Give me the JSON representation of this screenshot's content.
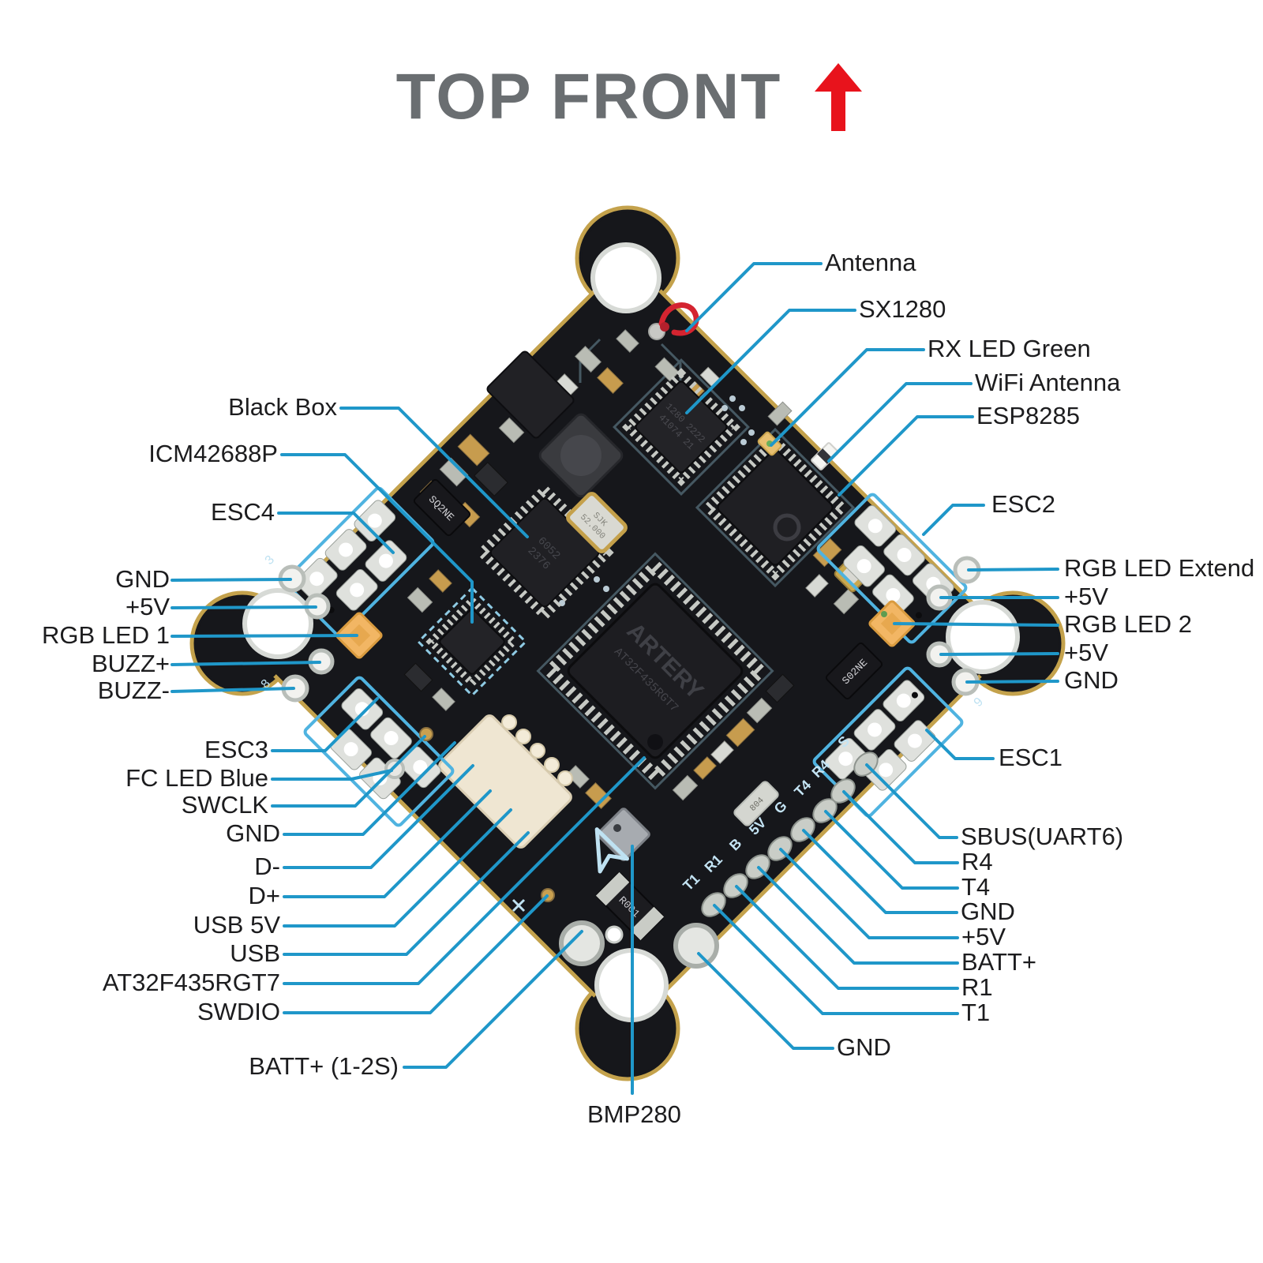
{
  "title": {
    "text": "TOP FRONT",
    "arrow_icon": "up-arrow",
    "arrow_color": "#e8131c",
    "text_color": "#6a6e71"
  },
  "diagram": {
    "leader_line_color": "#1f97c9",
    "label_color": "#1c1c1e",
    "board_color": "#16171b",
    "board_edge_color": "#c4a24c",
    "silkscreen_color": "#4fb3e0"
  },
  "callouts": {
    "left": [
      {
        "label": "Black Box"
      },
      {
        "label": "ICM42688P"
      },
      {
        "label": "ESC4"
      },
      {
        "label": "GND"
      },
      {
        "label": "+5V"
      },
      {
        "label": "RGB LED 1"
      },
      {
        "label": "BUZZ+"
      },
      {
        "label": "BUZZ-"
      },
      {
        "label": "ESC3"
      },
      {
        "label": "FC LED Blue"
      },
      {
        "label": "SWCLK"
      },
      {
        "label": "GND"
      },
      {
        "label": "D-"
      },
      {
        "label": "D+"
      },
      {
        "label": "USB 5V"
      },
      {
        "label": "USB"
      },
      {
        "label": "AT32F435RGT7"
      },
      {
        "label": "SWDIO"
      },
      {
        "label": "BATT+ (1-2S)"
      }
    ],
    "right": [
      {
        "label": "Antenna"
      },
      {
        "label": "SX1280"
      },
      {
        "label": "RX LED Green"
      },
      {
        "label": "WiFi Antenna"
      },
      {
        "label": "ESP8285"
      },
      {
        "label": "ESC2"
      },
      {
        "label": "RGB LED Extend"
      },
      {
        "label": "+5V"
      },
      {
        "label": "RGB LED 2"
      },
      {
        "label": "+5V"
      },
      {
        "label": "GND"
      },
      {
        "label": "ESC1"
      },
      {
        "label": "SBUS(UART6)"
      },
      {
        "label": "R4"
      },
      {
        "label": "T4"
      },
      {
        "label": "GND"
      },
      {
        "label": "+5V"
      },
      {
        "label": "BATT+"
      },
      {
        "label": "R1"
      },
      {
        "label": "T1"
      },
      {
        "label": "GND"
      }
    ],
    "bottom": [
      {
        "label": "BMP280"
      }
    ]
  },
  "board": {
    "type": "flight-controller-pcb-top-view",
    "edge_pad_labels": [
      "T1",
      "R1",
      "B",
      "5V",
      "G",
      "T4",
      "R4",
      "S"
    ],
    "markings": {
      "mcu_brand": "ARTERY",
      "mcu_part": "AT32F435RGT7",
      "blackbox_1": "6052",
      "blackbox_2": "2376",
      "sx1280_1": "1280 2222",
      "sx1280_2": "41074 21",
      "crystal_1": "SJK",
      "crystal_2": "52.000",
      "crystal_small": "804",
      "shunt": "R001",
      "regulator_left": "SQ2NE",
      "regulator_right": "S02NE",
      "pad_num_left_1": "3",
      "pad_num_left_2": "8",
      "pad_num_right": "9"
    }
  }
}
